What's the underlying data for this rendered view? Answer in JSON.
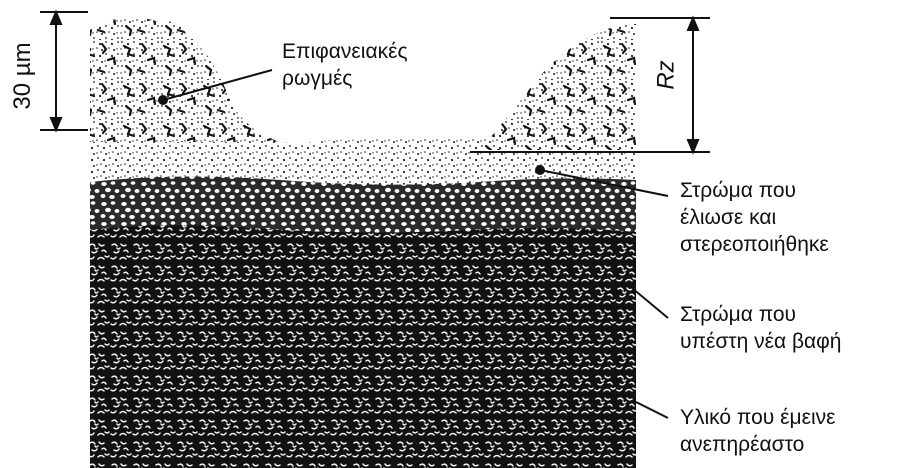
{
  "figure": {
    "scale_label": "30 µm",
    "roughness_label": "Rz",
    "callouts": {
      "surface_cracks": [
        "Επιφανειακές",
        "ρωγμές"
      ],
      "melted_resolidified": [
        "Στρώμα που",
        "έλιωσε και",
        "στερεοποιήθηκε"
      ],
      "rehardened": [
        "Στρώμα που",
        "υπέστη νέα βαφή"
      ],
      "unaffected": [
        "Υλικό που έμεινε",
        "ανεπηρέαστο"
      ]
    }
  },
  "colors": {
    "ink": "#111111",
    "background": "#ffffff"
  }
}
